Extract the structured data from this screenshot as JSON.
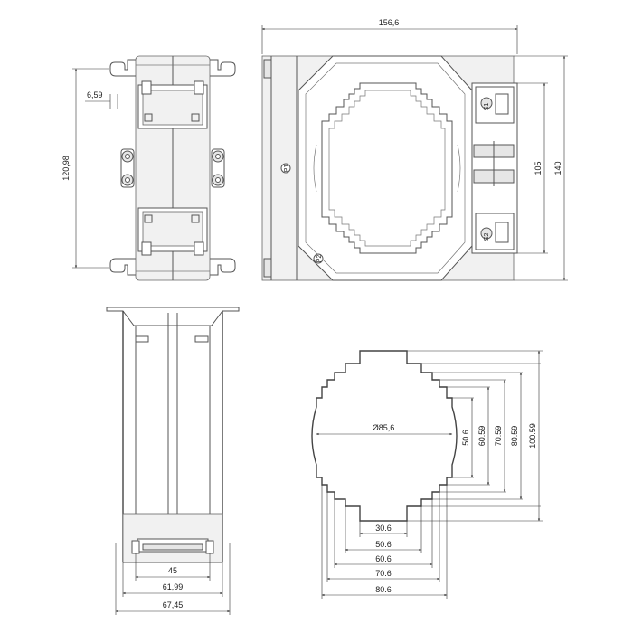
{
  "dimensions": {
    "top_width": "156,6",
    "bracket_offset": "6,59",
    "left_height": "120,98",
    "right_height_inner": "105",
    "right_height_outer": "140",
    "bottom_45": "45",
    "bottom_61": "61,99",
    "bottom_67": "67,45",
    "diameter": "Ø85,6",
    "v_50": "50.6",
    "v_60": "60.59",
    "v_70": "70.59",
    "v_80": "80.59",
    "v_100": "100.59",
    "h_30": "30.6",
    "h_50": "50.6",
    "h_60": "60.6",
    "h_70": "70.6",
    "h_80": "80.6"
  },
  "markings": {
    "s1": "S1",
    "s2": "S2",
    "p1": "P1",
    "p2": "P2"
  }
}
